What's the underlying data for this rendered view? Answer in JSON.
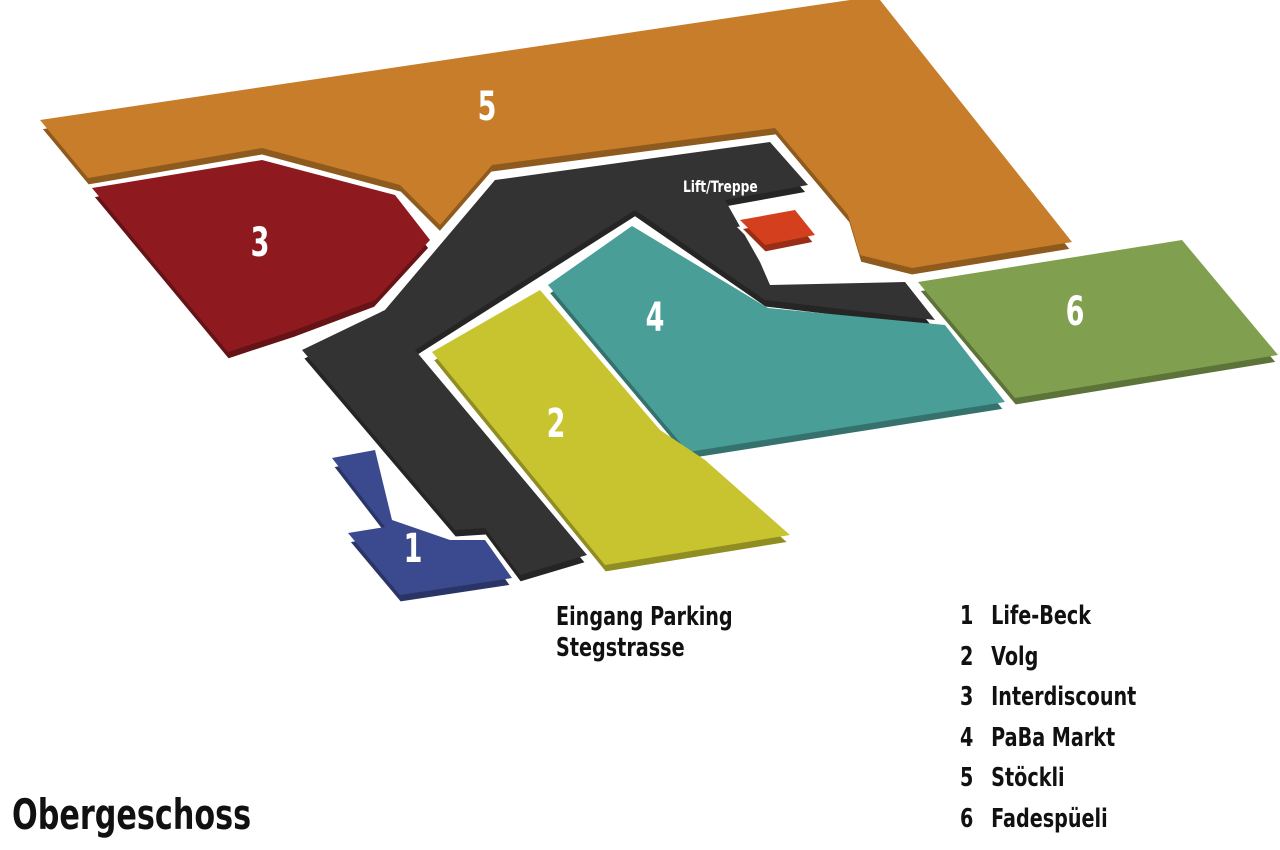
{
  "title": "Obergeschoss",
  "lift_label": "Lift/Treppe",
  "entrance": {
    "line1": "Eingang Parking",
    "line2": "Stegstrasse"
  },
  "shops": [
    {
      "number": "1",
      "name": "Life-Beck",
      "color": "#3B4A8F"
    },
    {
      "number": "2",
      "name": "Volg",
      "color": "#C8C42F"
    },
    {
      "number": "3",
      "name": "Interdiscount",
      "color": "#8E1A20"
    },
    {
      "number": "4",
      "name": "PaBa Markt",
      "color": "#4A9E98"
    },
    {
      "number": "5",
      "name": "Stöckli",
      "color": "#C77D29"
    },
    {
      "number": "6",
      "name": "Fadespüeli",
      "color": "#80A04F"
    }
  ],
  "corridor_color": "#333333",
  "lift_color": "#D43F1E"
}
